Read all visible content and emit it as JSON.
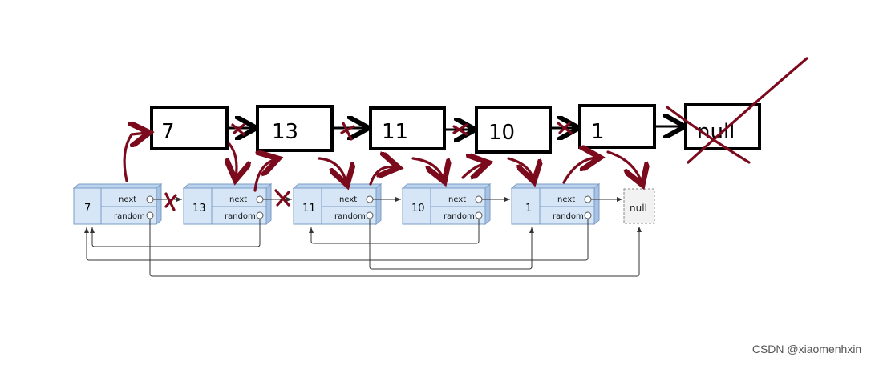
{
  "top_list": {
    "nodes": [
      "7",
      "13",
      "11",
      "10",
      "1"
    ],
    "terminal": "null"
  },
  "bottom_list": {
    "nodes": [
      "7",
      "13",
      "11",
      "10",
      "1"
    ],
    "next_label": "next",
    "random_label": "random",
    "terminal": "null"
  },
  "colors": {
    "annotation": "#7a0a1c",
    "node_fill": "#d6e6f7",
    "node_stroke": "#7a9cc6"
  },
  "watermark": "CSDN @xiaomenhxin_"
}
